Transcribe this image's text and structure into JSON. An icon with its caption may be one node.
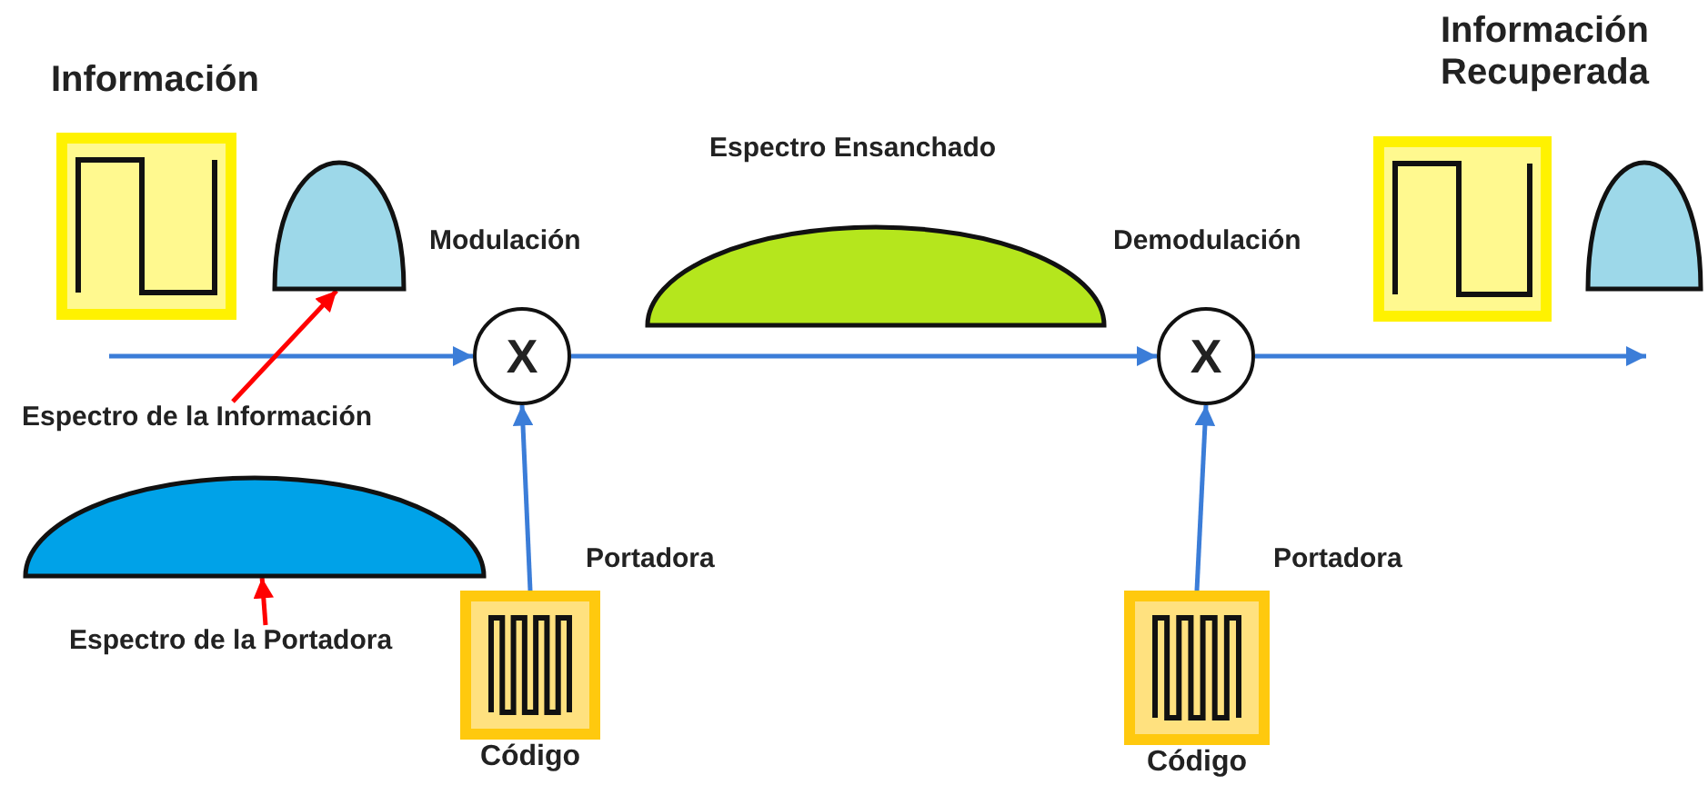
{
  "diagram": {
    "nodes": [
      {
        "text": [
          "Información"
        ]
      },
      {
        "text": [],
        "shape": "dome"
      },
      {
        "text": [
          "X"
        ]
      },
      {
        "text": [
          "Espectro Ensanchado"
        ]
      },
      {
        "text": [
          "X"
        ]
      },
      {
        "text": [
          "Información Recuperada"
        ]
      },
      {
        "text": [],
        "shape": "dome"
      },
      {
        "text": [
          "Espectro de la Información"
        ]
      },
      {
        "text": [],
        "shape": "dome"
      },
      {
        "text": [
          "Espectro de la Portadora"
        ]
      },
      {
        "text": [
          "Código"
        ]
      },
      {
        "text": [
          "Código"
        ]
      }
    ],
    "edges": [
      {
        "from": null,
        "to": 2,
        "arrow": "to"
      },
      {
        "from": 2,
        "to": 4,
        "arrow": "to"
      },
      {
        "from": 4,
        "to": null,
        "arrow": "to"
      },
      {
        "from": 10,
        "to": 2,
        "arrow": "to",
        "label": "Portadora"
      },
      {
        "from": 11,
        "to": 4,
        "arrow": "to",
        "label": "Portadora"
      },
      {
        "from": 7,
        "to": 1,
        "arrow": "to",
        "color": "#ff0000"
      },
      {
        "from": 9,
        "to": 8,
        "arrow": "to",
        "color": "#ff0000"
      }
    ],
    "labels": [
      "Modulación",
      "Demodulación"
    ]
  }
}
